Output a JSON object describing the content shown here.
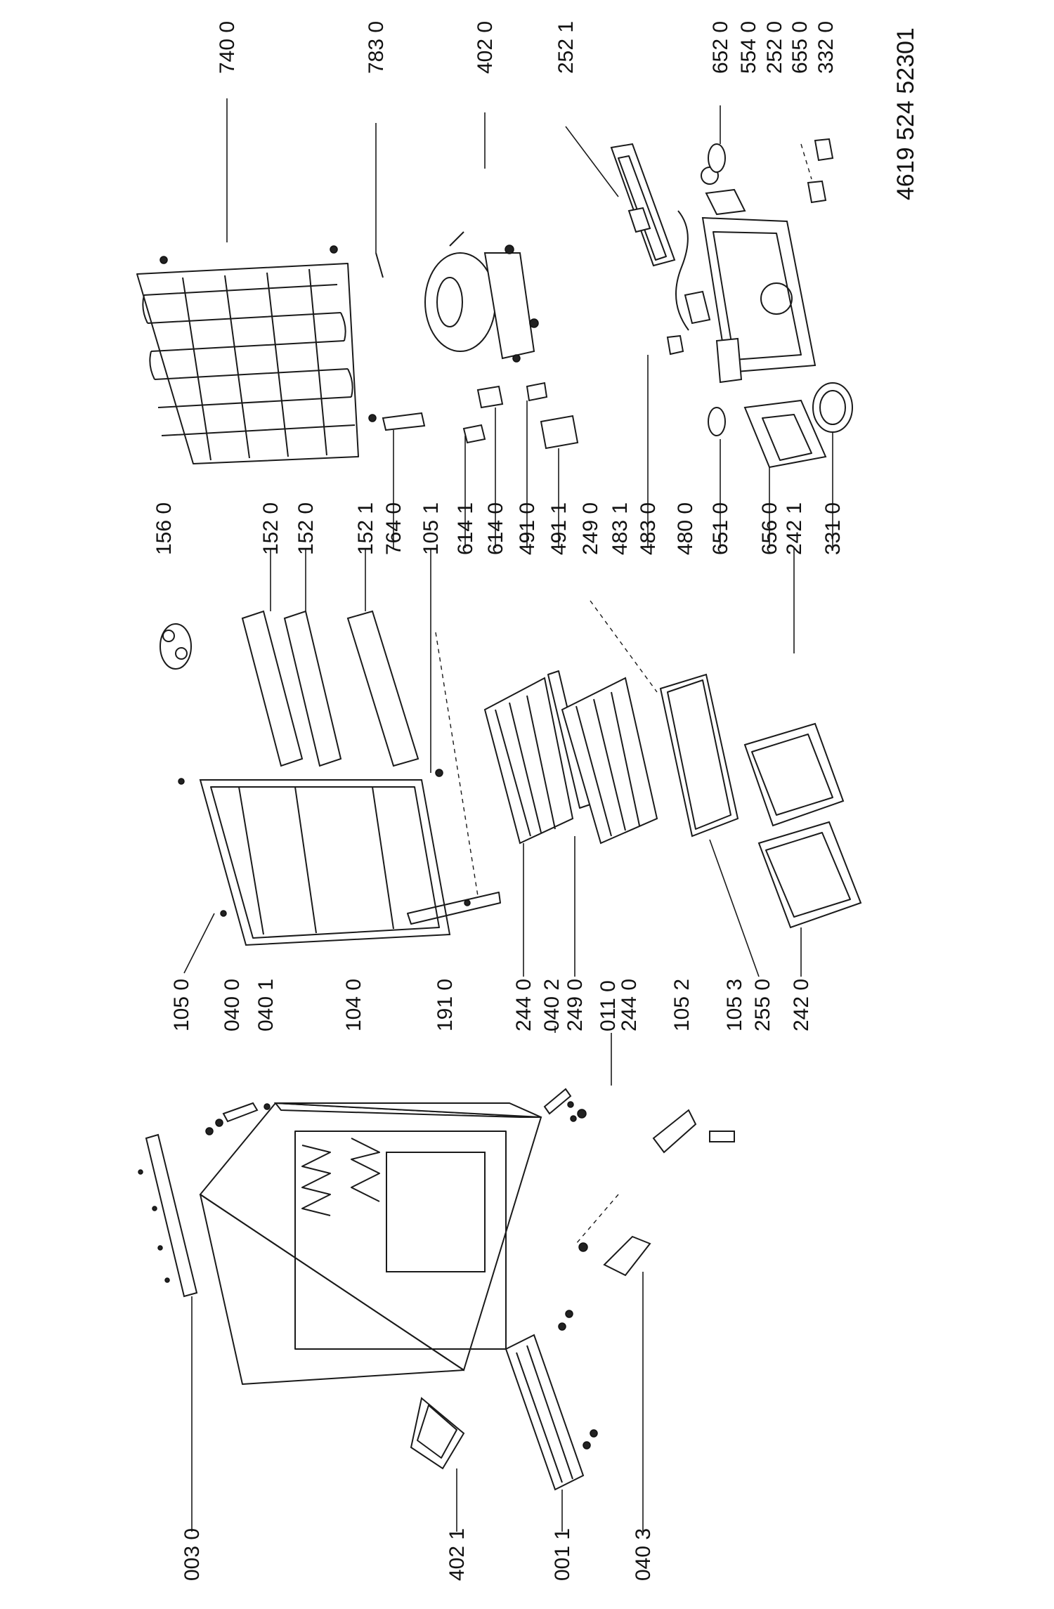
{
  "document_code": "4619 524 52301",
  "labels": [
    "003 0",
    "402 1",
    "001 1",
    "040 3",
    "105 0",
    "040 0",
    "040 1",
    "104 0",
    "191 0",
    "244 0",
    "040 2",
    "249 0",
    "011 0",
    "244 0",
    "105 2",
    "105 3",
    "255 0",
    "242 0",
    "156 0",
    "152 0",
    "152 0",
    "152 1",
    "764 0",
    "105 1",
    "614 1",
    "614 0",
    "491 0",
    "491 1",
    "249 0",
    "483 1",
    "483 0",
    "480 0",
    "651 0",
    "656 0",
    "242 1",
    "331 0",
    "740 0",
    "783 0",
    "402 0",
    "252 1",
    "652 0",
    "554 0",
    "252 0",
    "655 0",
    "332 0"
  ]
}
